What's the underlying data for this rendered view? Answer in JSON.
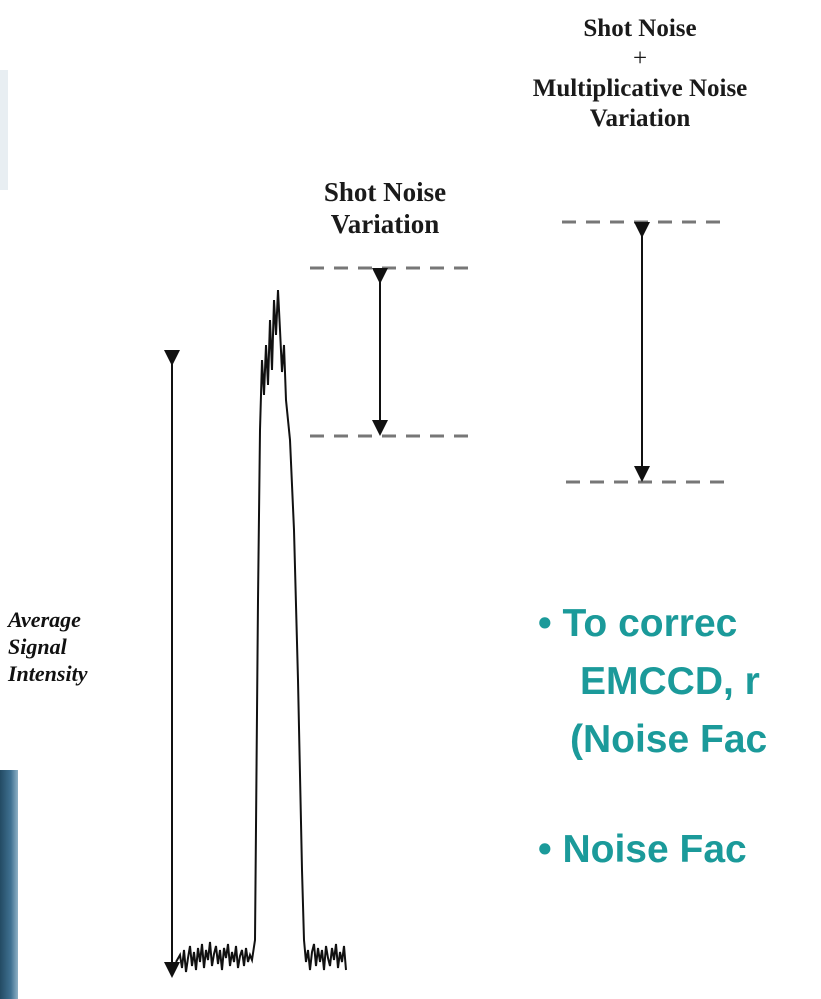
{
  "labels": {
    "combined_top": "Shot Noise",
    "combined_plus": "+",
    "combined_mid": "Multiplicative Noise",
    "combined_bottom": "Variation",
    "shot_line1": "Shot Noise",
    "shot_line2": "Variation",
    "axis_line1": "Average",
    "axis_line2": "Signal",
    "axis_line3": "Intensity"
  },
  "bullets": [
    {
      "text": "• To correc"
    },
    {
      "text": "EMCCD, r"
    },
    {
      "text": "(Noise Fac"
    },
    {
      "text": "• Noise Fac"
    }
  ],
  "colors": {
    "bullet_text": "#1b9a9a",
    "dashes": "#777777",
    "lines": "#111111",
    "left_edge": "#2f5c78"
  }
}
